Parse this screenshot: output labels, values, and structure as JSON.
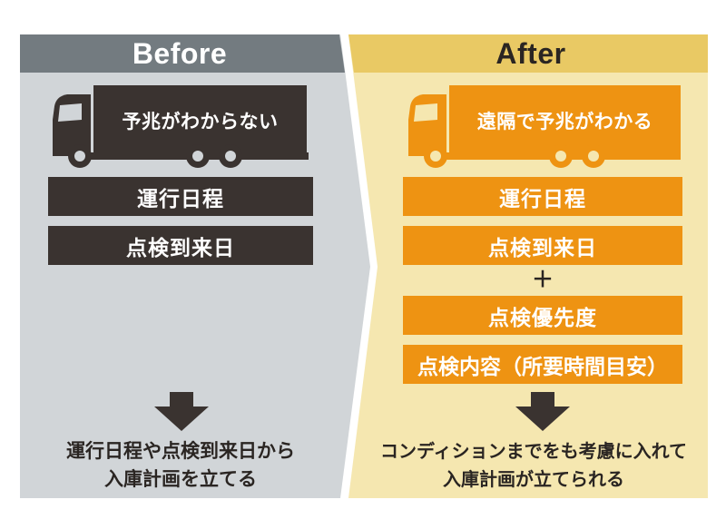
{
  "before": {
    "header": "Before",
    "truck_label": "予兆がわからない",
    "bars": [
      "運行日程",
      "点検到来日"
    ],
    "caption_lines": [
      "運行日程や点検到来日から",
      "入庫計画を立てる"
    ]
  },
  "after": {
    "header": "After",
    "truck_label": "遠隔で予兆がわかる",
    "bars": [
      "運行日程",
      "点検到来日"
    ],
    "plus": "＋",
    "extra_bars": [
      "点検優先度",
      "点検内容（所要時間目安）"
    ],
    "caption_lines": [
      "コンディションまでをも考慮に入れて",
      "入庫計画が立てられる"
    ]
  },
  "colors": {
    "before_header": "#737b80",
    "before_panel": "#d1d5d8",
    "after_header": "#e9c964",
    "after_panel": "#f5e7b0",
    "dark_bar": "#3a3330",
    "orange_bar": "#ee9312",
    "arrow": "#3a3330"
  }
}
